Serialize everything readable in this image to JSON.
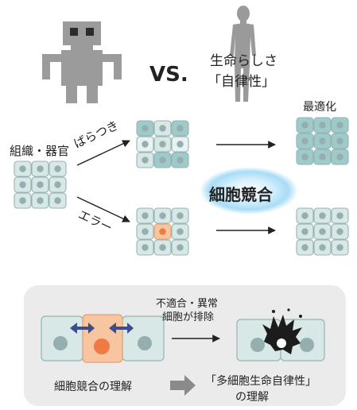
{
  "header": {
    "vs": "VS.",
    "life_line1": "生命らしさ",
    "life_line2": "「自律性」"
  },
  "flow": {
    "tissue": "組織・器官",
    "variation": "ばらつき",
    "error": "エラー",
    "competition": "細胞競合",
    "optimized": "最適化"
  },
  "panel": {
    "elimination_line1": "不適合・異常",
    "elimination_line2": "細胞が排除",
    "understanding_left": "細胞競合の理解",
    "understanding_right_line1": "「多細胞生命自律性」",
    "understanding_right_line2": "の理解"
  },
  "colors": {
    "robot": "#9b9b9b",
    "human": "#9a9a9a",
    "cell_fill": "#d7e8e6",
    "cell_border": "#98b3b3",
    "cell_light": "#e9f2f1",
    "cell_dark": "#9fcaca",
    "nucleus": "#95aeb0",
    "error_cell": "#f7c59f",
    "error_nucleus": "#ee7a44",
    "glow": "#8fd0f5",
    "panel_bg": "#ebebeb",
    "double_arrow": "#3d4c8c",
    "big_arrow": "#8a8a8a"
  }
}
